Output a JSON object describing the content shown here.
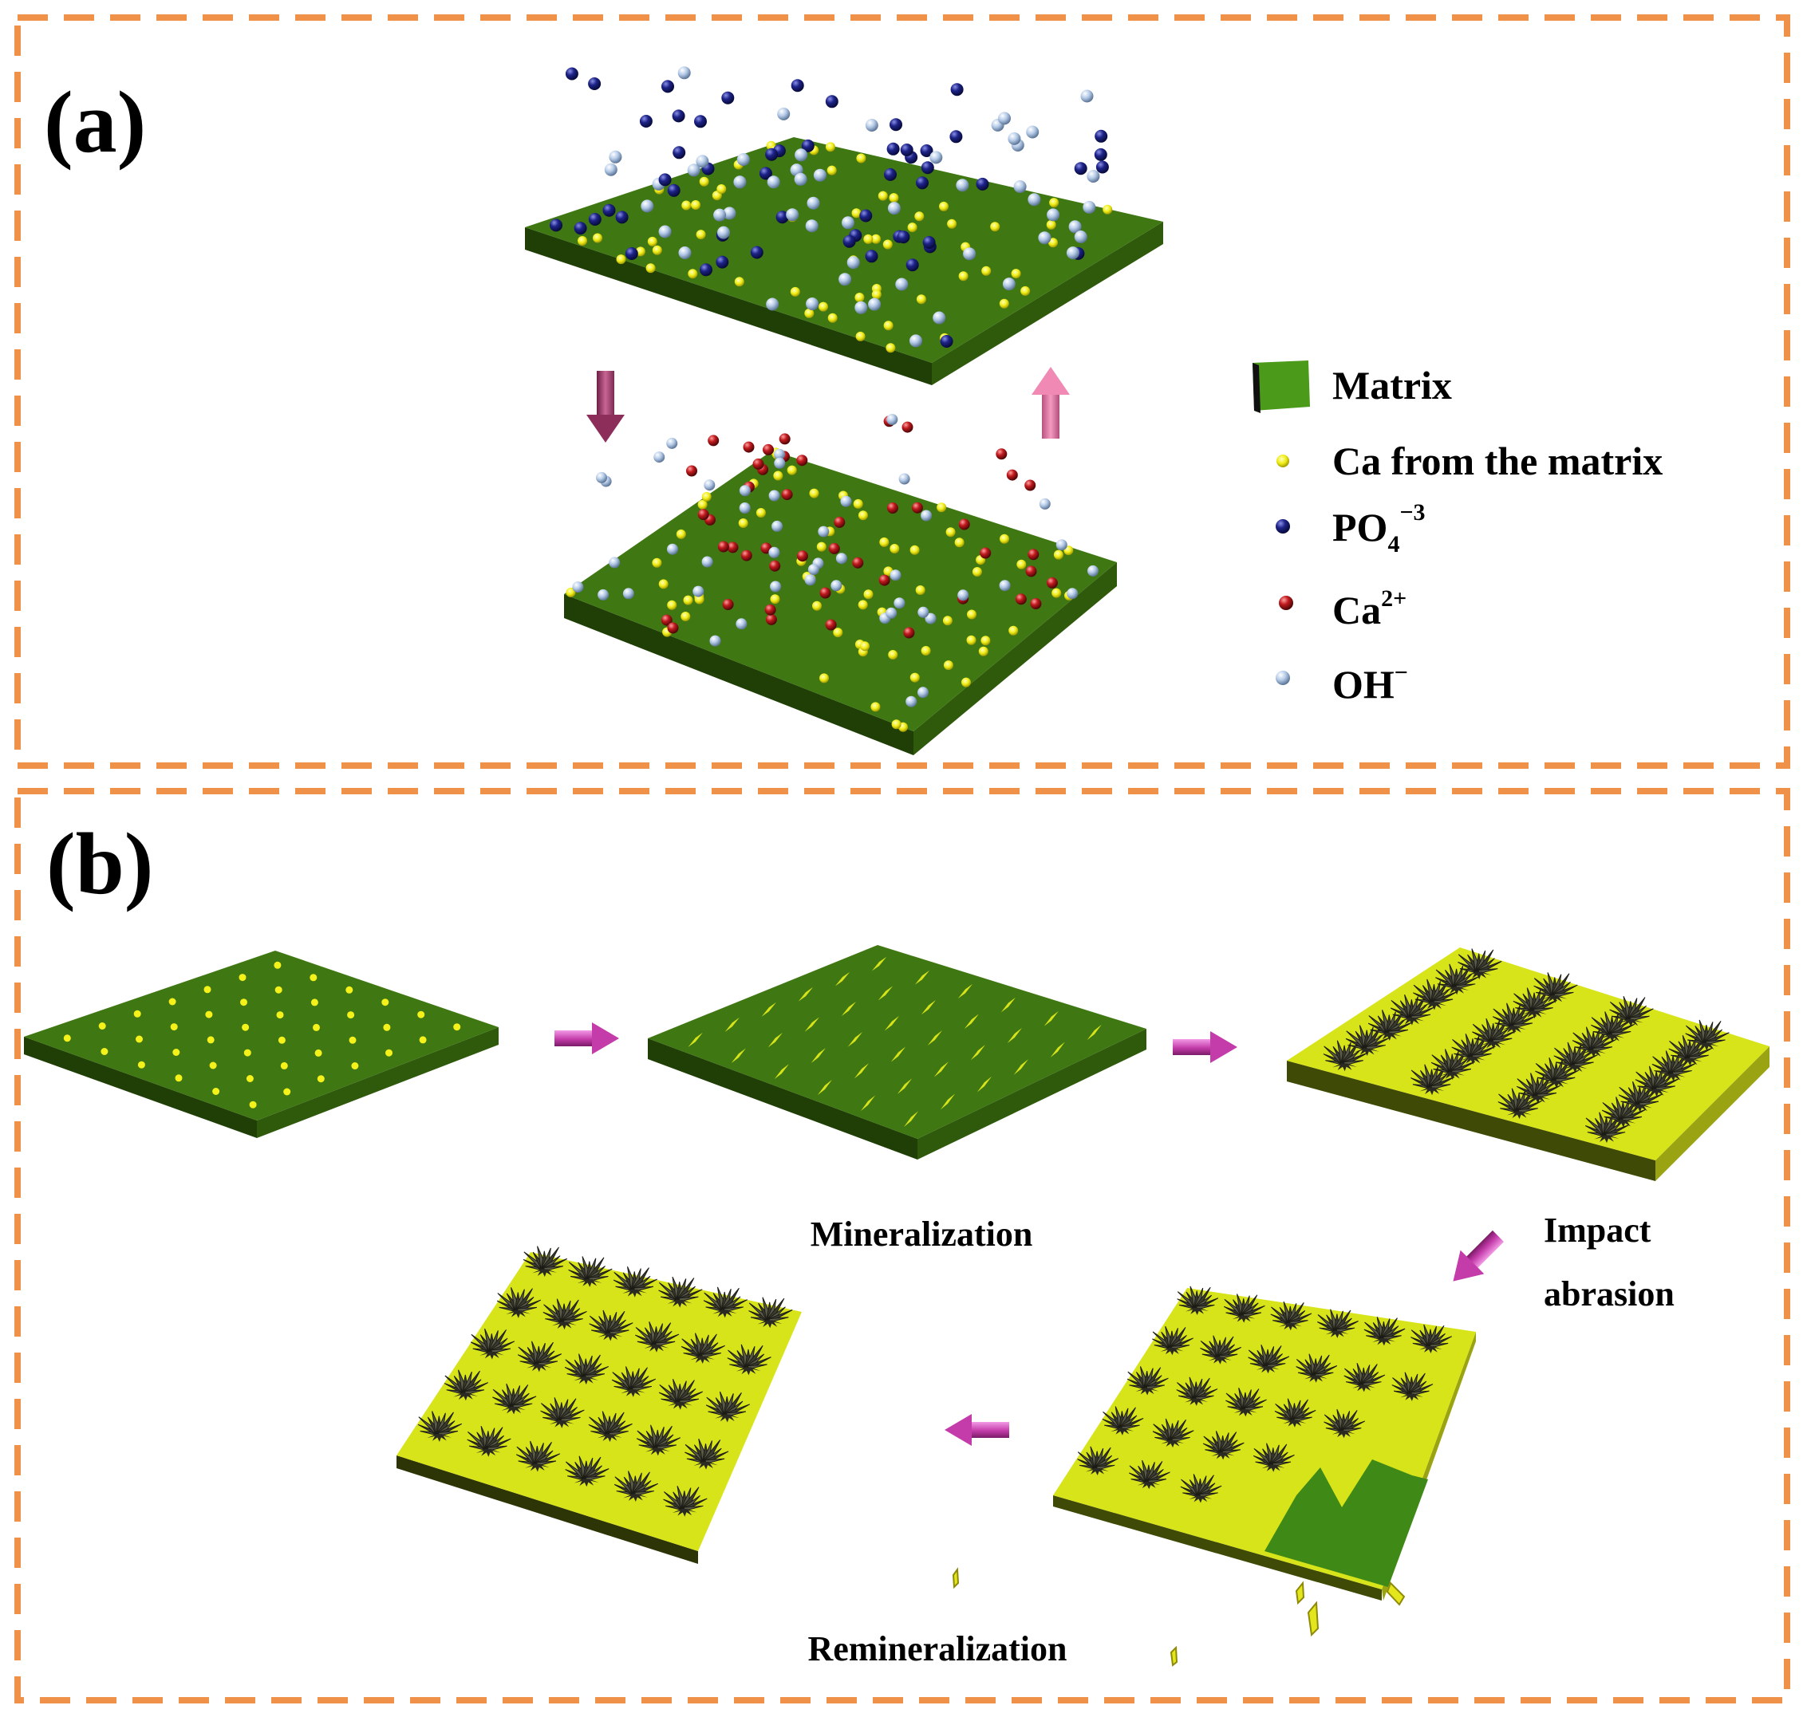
{
  "panel_a": {
    "label": "(a)",
    "legend": {
      "matrix": "Matrix",
      "ca_matrix": "Ca from the matrix",
      "po4_base": "PO",
      "po4_sub": "4",
      "po4_sup": "−3",
      "ca_base": "Ca",
      "ca_sup": "2+",
      "oh_base": "OH",
      "oh_sup": "−"
    }
  },
  "panel_b": {
    "label": "(b)",
    "step_mineralization": "Mineralization",
    "step_impact_line1": "Impact",
    "step_impact_line2": "abrasion",
    "step_remineralization": "Remineralization"
  },
  "colors": {
    "frame": "#f0914a",
    "matrix_top": "#3f7812",
    "matrix_side_dark": "#1f3f06",
    "matrix_side_light": "#2f5a0c",
    "mineral_top": "#d8e41a",
    "mineral_side": "#9aa412",
    "ca_matrix_dot": "#f4f21a",
    "po4_dot": "#17196e",
    "ca_dot": "#b0161a",
    "oh_dot": "#a9c4e4",
    "arrow_a": "#b2457a",
    "arrow_b": "#c63fae",
    "crystal": "#2a2a22"
  }
}
